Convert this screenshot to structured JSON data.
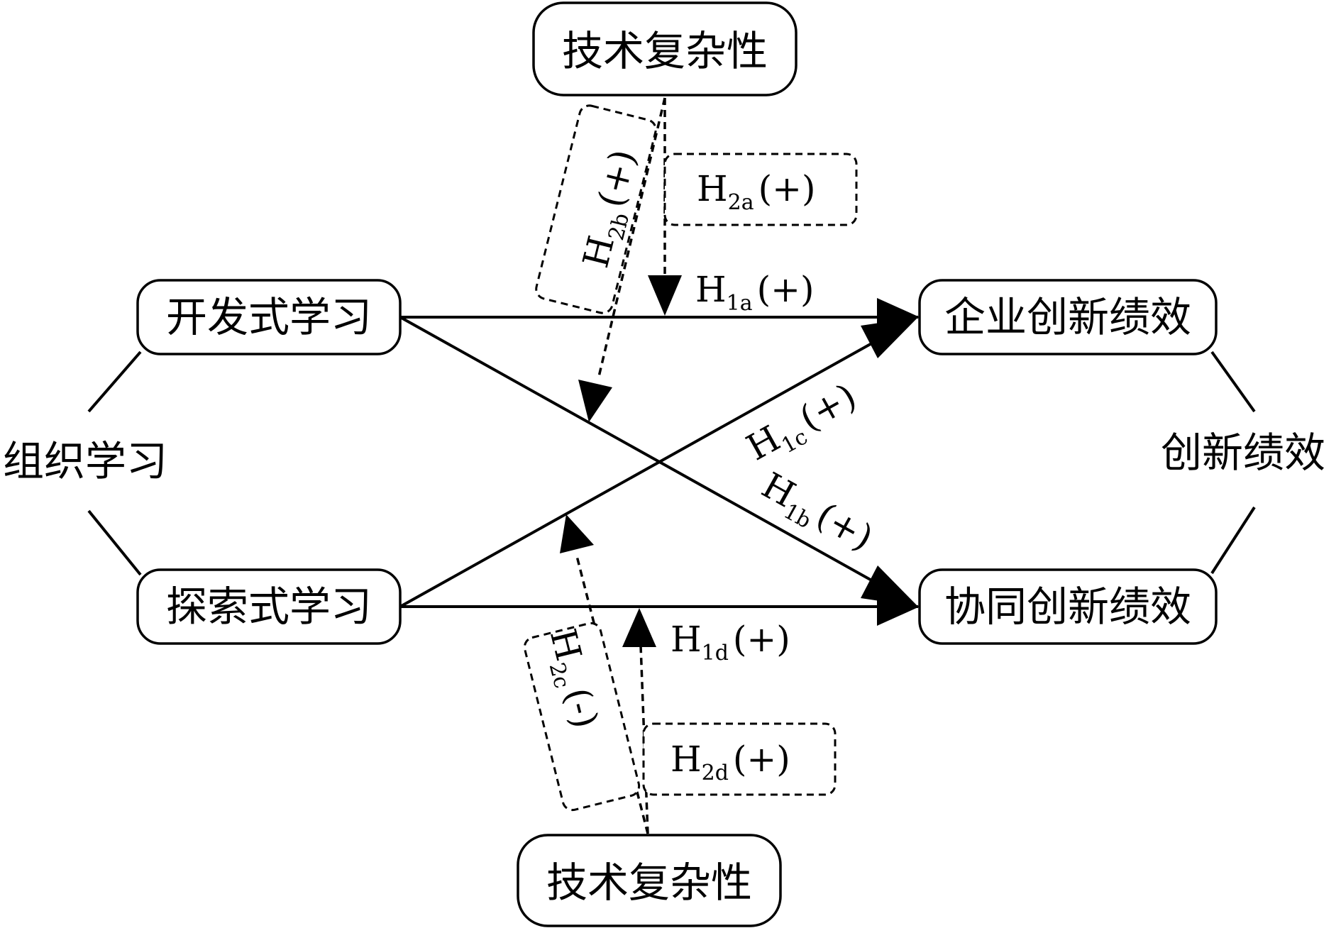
{
  "nodes": {
    "tech_complexity_top": "技术复杂性",
    "tech_complexity_bottom": "技术复杂性",
    "exploitative_learning": "开发式学习",
    "exploratory_learning": "探索式学习",
    "firm_innovation_perf": "企业创新绩效",
    "collab_innovation_perf": "协同创新绩效",
    "org_learning": "组织学习",
    "innovation_perf": "创新绩效"
  },
  "hypotheses": {
    "h1a": {
      "main": "H",
      "sub": "1a",
      "sign": "(+)"
    },
    "h1b": {
      "main": "H",
      "sub": "1b",
      "sign": "(+)"
    },
    "h1c": {
      "main": "H",
      "sub": "1c",
      "sign": "(+)"
    },
    "h1d": {
      "main": "H",
      "sub": "1d",
      "sign": "(+)"
    },
    "h2a": {
      "main": "H",
      "sub": "2a",
      "sign": "(+)"
    },
    "h2b": {
      "main": "H",
      "sub": "2b",
      "sign": "(+)"
    },
    "h2c": {
      "main": "H",
      "sub": "2c",
      "sign": "(-)"
    },
    "h2d": {
      "main": "H",
      "sub": "2d",
      "sign": "(+)"
    }
  },
  "colors": {
    "stroke": "#000000",
    "background": "#ffffff"
  }
}
